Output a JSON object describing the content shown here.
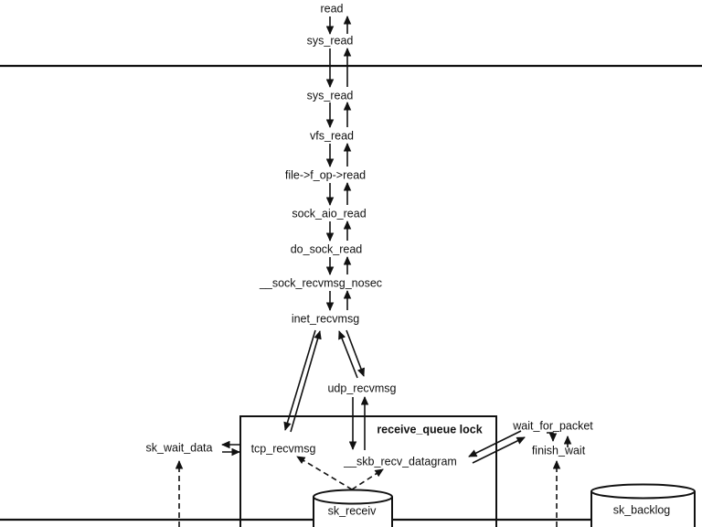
{
  "diagram": {
    "kind": "kernel-socket-receive-call-graph",
    "colors": {
      "background": "#ffffff",
      "line": "#111111",
      "text": "#111111"
    }
  },
  "nodes": {
    "read": "read",
    "sys_read_user": "sys_read",
    "sys_read_kernel": "sys_read",
    "vfs_read": "vfs_read",
    "file_f_op_read": "file->f_op->read",
    "sock_aio_read": "sock_aio_read",
    "do_sock_read": "do_sock_read",
    "sock_recvmsg_nosec": "__sock_recvmsg_nosec",
    "inet_recvmsg": "inet_recvmsg",
    "udp_recvmsg": "udp_recvmsg",
    "tcp_recvmsg": "tcp_recvmsg",
    "skb_recv_datagram": "__skb_recv_datagram",
    "receive_queue_lock": "receive_queue lock",
    "sk_wait_data": "sk_wait_data",
    "wait_for_packet": "wait_for_packet",
    "finish_wait": "finish_wait",
    "sk_receive_queue": "sk_receiv",
    "sk_backlog": "sk_backlog"
  }
}
